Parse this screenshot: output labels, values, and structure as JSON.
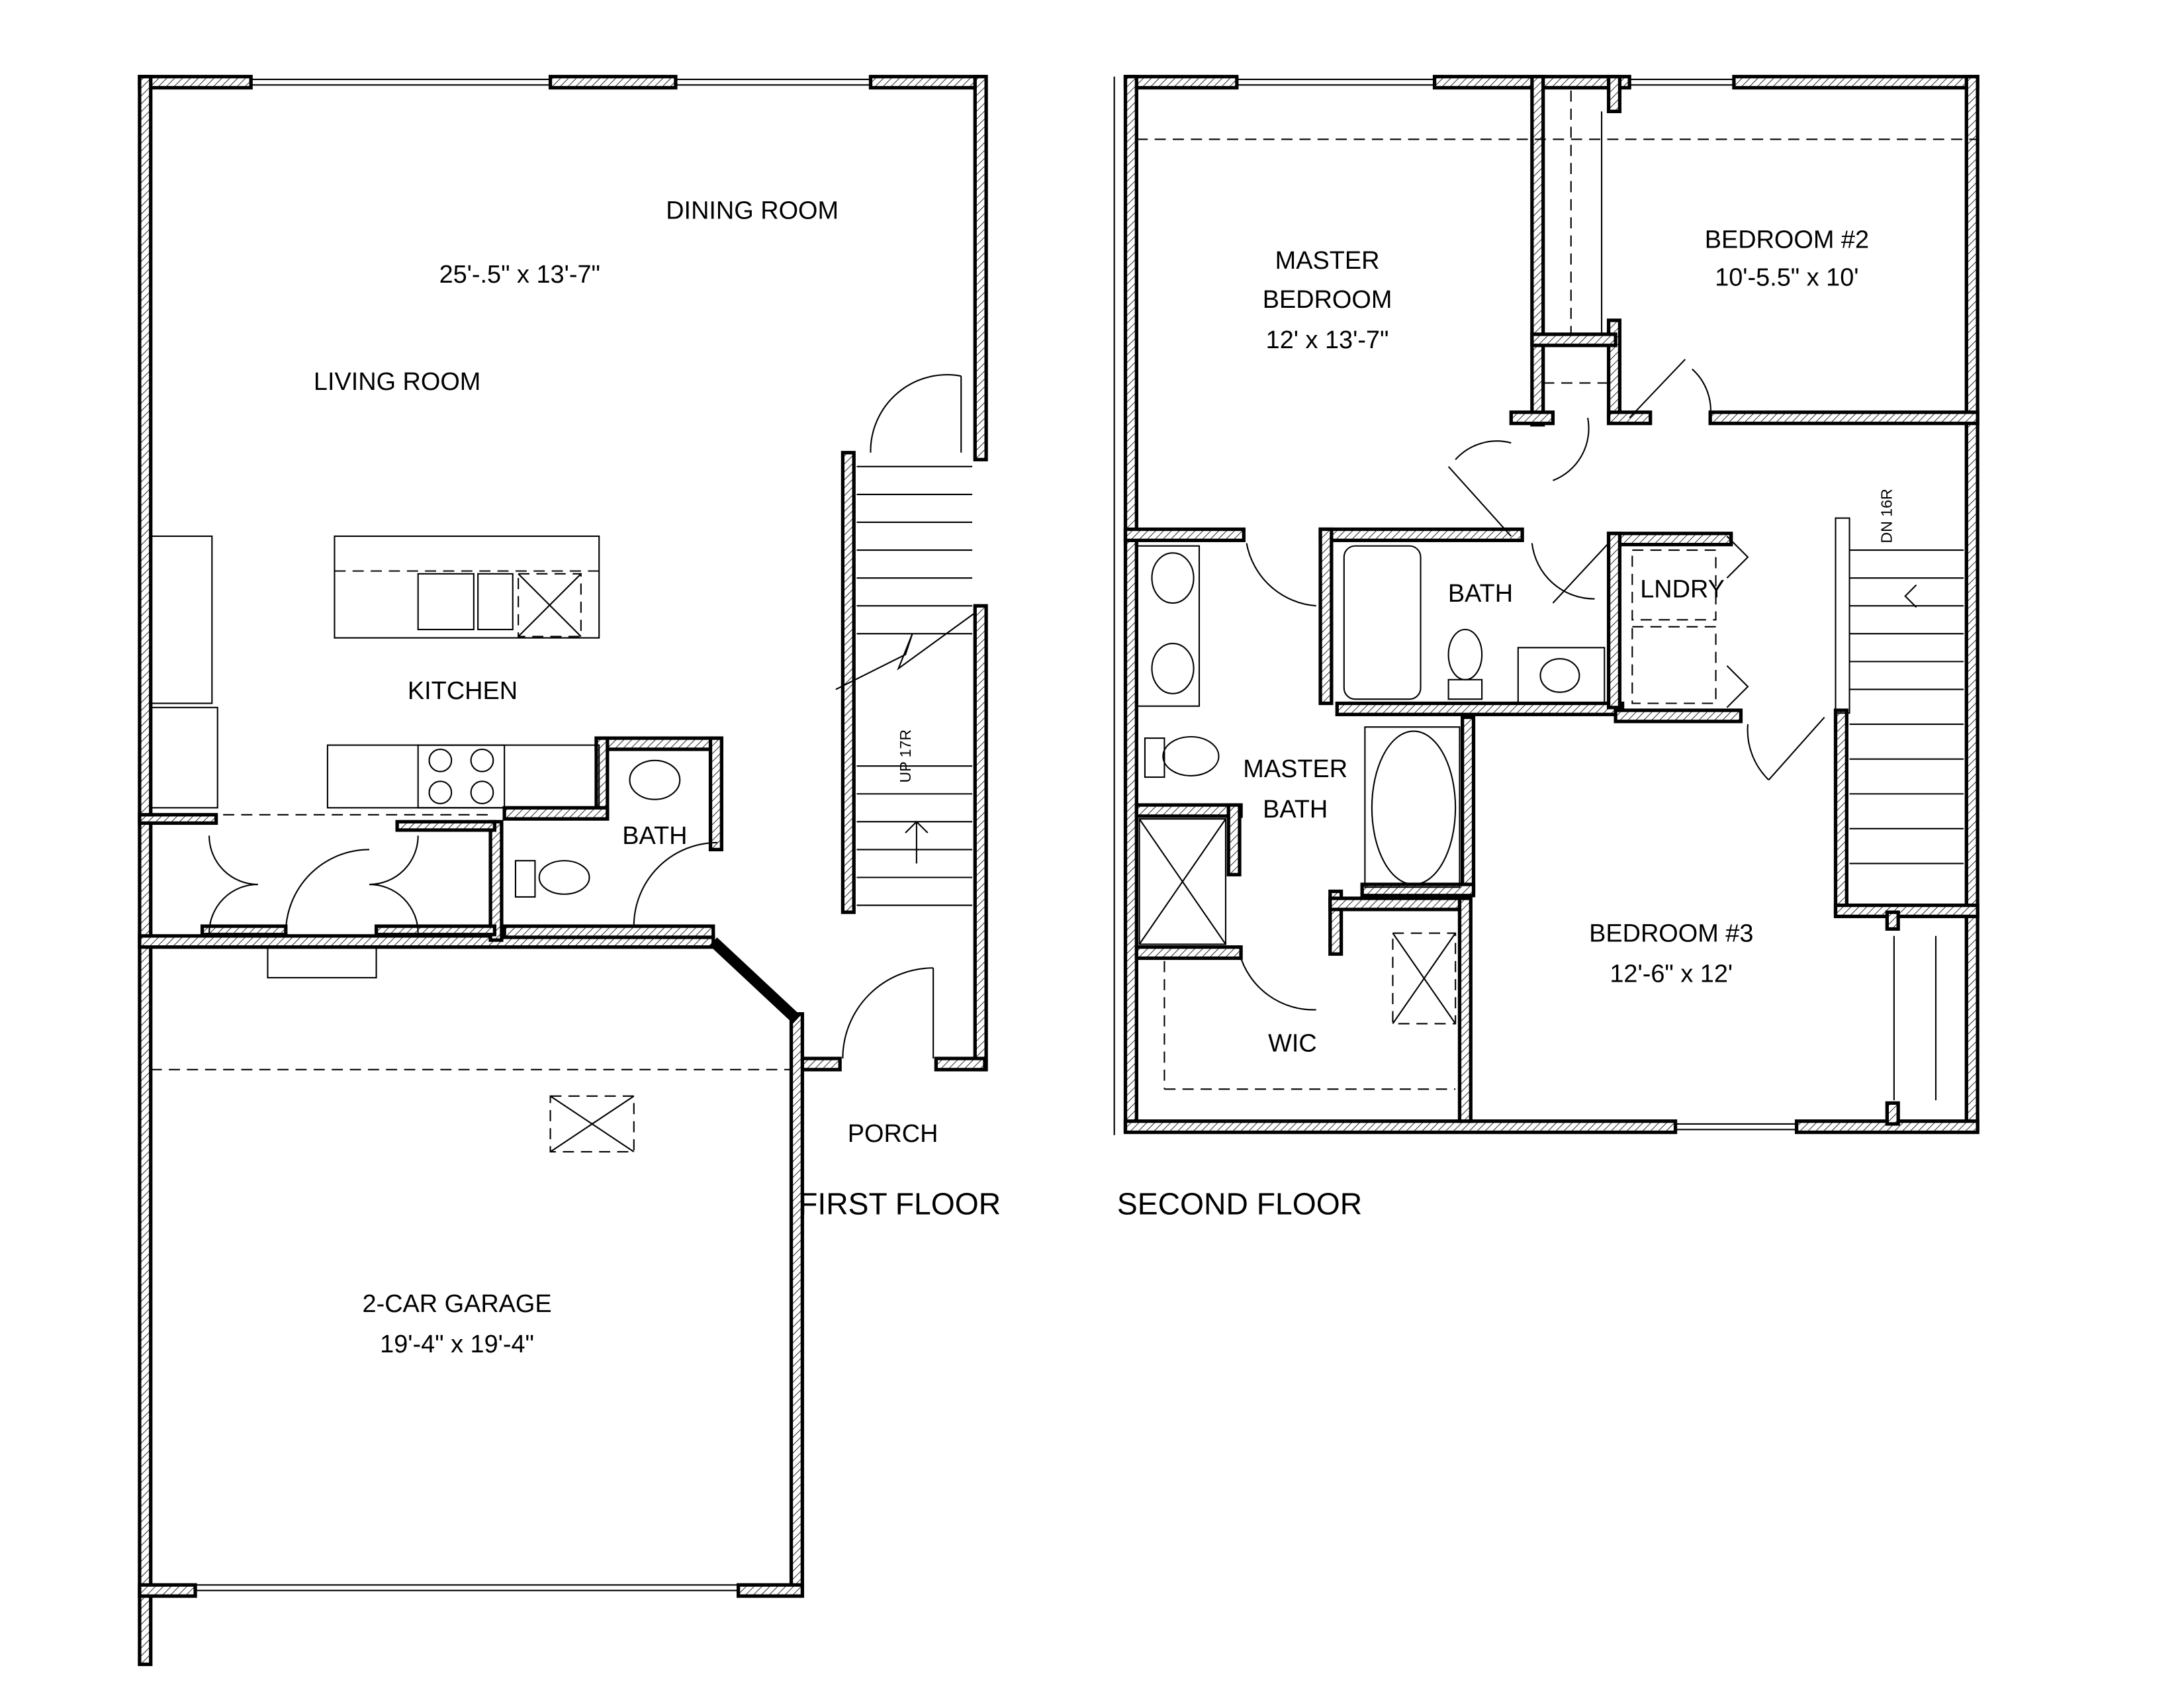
{
  "first_floor": {
    "title": "FIRST FLOOR",
    "rooms": {
      "dining": "DINING ROOM",
      "living_dims": "25'-.5\" x 13'-7\"",
      "living": "LIVING ROOM",
      "kitchen": "KITCHEN",
      "bath": "BATH",
      "porch": "PORCH",
      "garage": "2-CAR GARAGE",
      "garage_dims": "19'-4\" x 19'-4\""
    },
    "stair_note": "UP 17R"
  },
  "second_floor": {
    "title": "SECOND FLOOR",
    "rooms": {
      "master_1": "MASTER",
      "master_2": "BEDROOM",
      "master_dims": "12' x 13'-7\"",
      "bed2": "BEDROOM #2",
      "bed2_dims": "10'-5.5\" x 10'",
      "bath": "BATH",
      "laundry": "LNDRY",
      "master_bath_1": "MASTER",
      "master_bath_2": "BATH",
      "wic": "WIC",
      "bed3": "BEDROOM #3",
      "bed3_dims": "12'-6\" x 12'"
    },
    "stair_note": "DN 16R"
  },
  "colors": {
    "line": "#000000",
    "background": "#ffffff"
  }
}
